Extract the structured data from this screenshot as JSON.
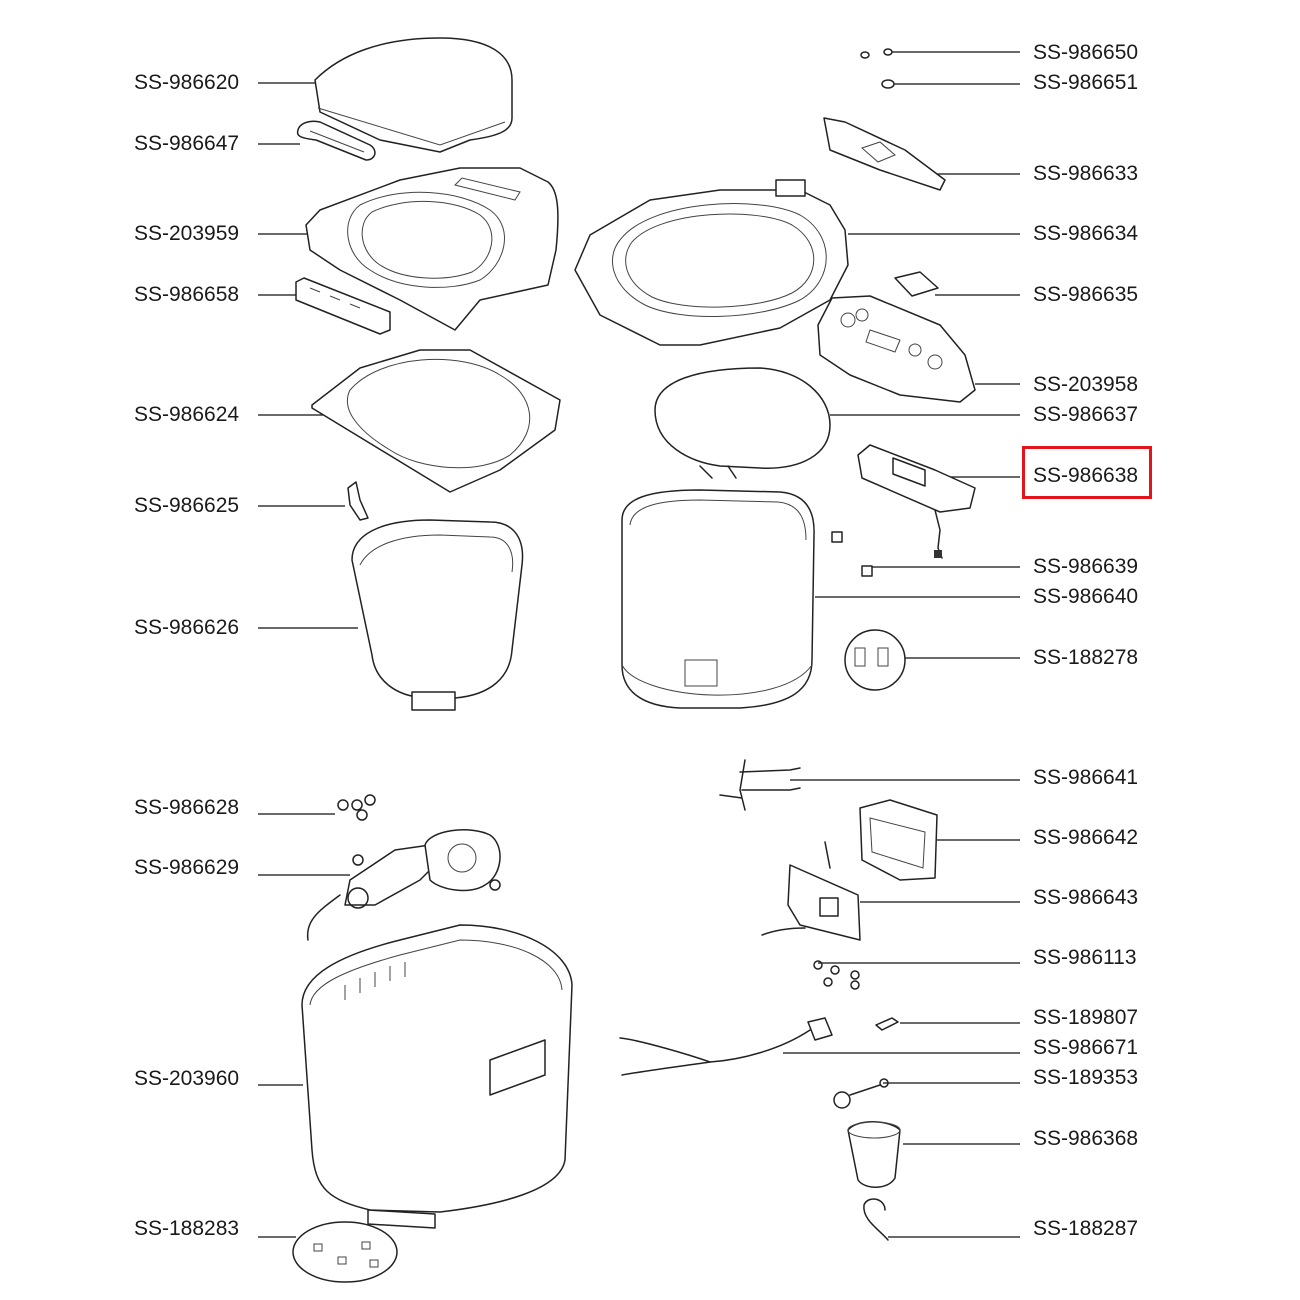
{
  "diagram": {
    "highlighted_part": "SS-986638",
    "highlight_color": "#e3141c",
    "labels_left": [
      "SS-986620",
      "SS-986647",
      "SS-203959",
      "SS-986658",
      "SS-986624",
      "SS-986625",
      "SS-986626",
      "SS-986628",
      "SS-986629",
      "SS-203960",
      "SS-188283"
    ],
    "labels_right": [
      "SS-986650",
      "SS-986651",
      "SS-986633",
      "SS-986634",
      "SS-986635",
      "SS-203958",
      "SS-986637",
      "SS-986638",
      "SS-986639",
      "SS-986640",
      "SS-188278",
      "SS-986641",
      "SS-986642",
      "SS-986643",
      "SS-986113",
      "SS-189807",
      "SS-986671",
      "SS-189353",
      "SS-986368",
      "SS-188287"
    ]
  }
}
